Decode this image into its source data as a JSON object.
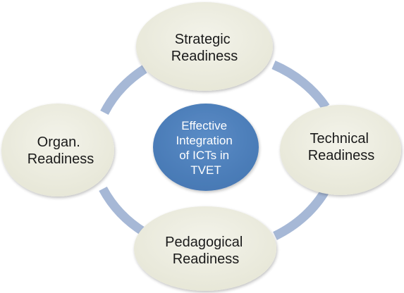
{
  "diagram": {
    "center": {
      "lines": [
        "Effective",
        "Integration",
        "of ICTs in",
        "TVET"
      ]
    },
    "nodes": {
      "strategic": {
        "lines": [
          "Strategic",
          "Readiness"
        ]
      },
      "technical": {
        "lines": [
          "Technical",
          "Readiness"
        ]
      },
      "pedagogical": {
        "lines": [
          "Pedagogical",
          "Readiness"
        ]
      },
      "organ": {
        "lines": [
          "Organ.",
          "Readiness"
        ]
      }
    },
    "colors": {
      "node_fill": "#EBEBDE",
      "center_fill": "#4F81BD",
      "connector": "#A6B8D6"
    }
  }
}
